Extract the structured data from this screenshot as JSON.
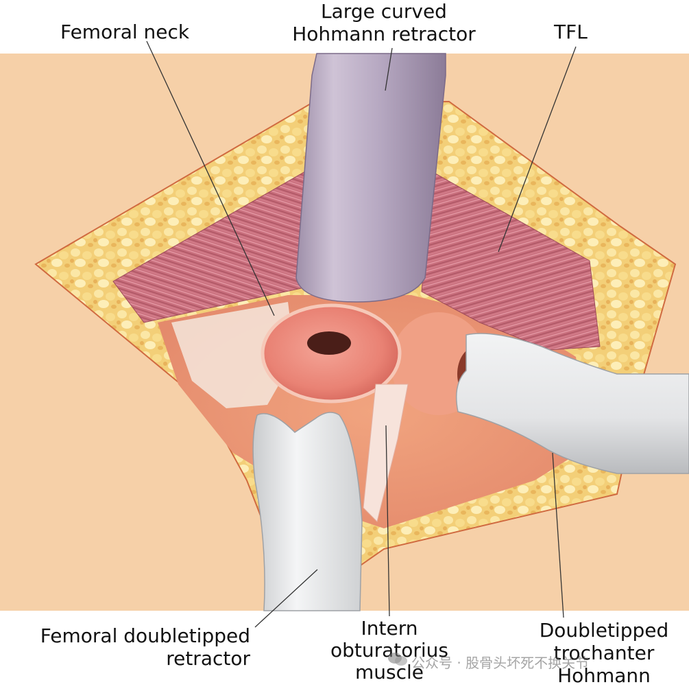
{
  "labels": {
    "femoral_neck": "Femoral neck",
    "large_curved_hohmann": [
      "Large curved",
      "Hohmann retractor"
    ],
    "tfl": "TFL",
    "femoral_doubletipped": [
      "Femoral doubletipped",
      "retractor"
    ],
    "intern_obturatorius": [
      "Intern",
      "obturatorius",
      "muscle"
    ],
    "doubletipped_trochanter": [
      "Doubletipped",
      "trochanter",
      "Hohmann"
    ]
  },
  "watermark": "公众号 · 股骨头坏死不换关节",
  "icons": {
    "watermark": "wechat-bubble-icon"
  },
  "colors": {
    "skin": "#f6d0a8",
    "fat": "#f0c868",
    "muscle": "#c46a78",
    "bone": "#e77a6e",
    "retractor_purple": "#c5b8cc",
    "retractor_white": "#e9eaeb",
    "leader": "#333333"
  }
}
